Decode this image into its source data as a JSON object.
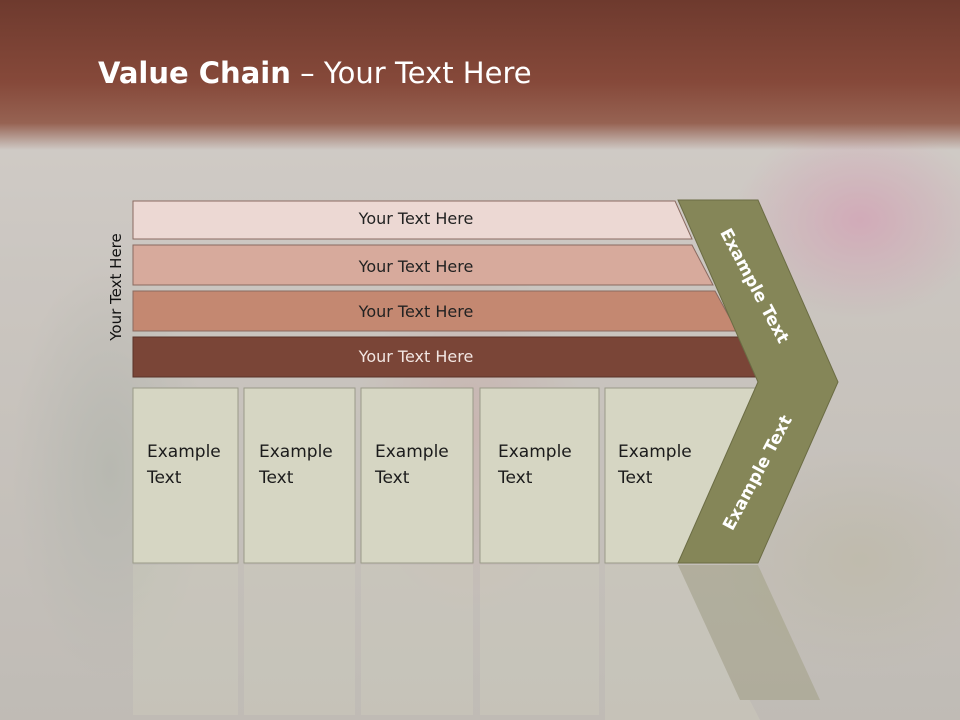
{
  "slide": {
    "title_bold": "Value Chain",
    "title_sep": " – ",
    "title_rest": "Your Text Here"
  },
  "side_label": "Your Text Here",
  "bars": [
    {
      "label": "Your Text Here",
      "fill": "#ecd8d3",
      "text_color": "#222222"
    },
    {
      "label": "Your Text Here",
      "fill": "#d7aa9c",
      "text_color": "#222222"
    },
    {
      "label": "Your Text Here",
      "fill": "#c48871",
      "text_color": "#222222"
    },
    {
      "label": "Your Text Here",
      "fill": "#7a4537",
      "text_color": "#f2e6e2"
    }
  ],
  "boxes": [
    {
      "line1": "Example",
      "line2": "Text"
    },
    {
      "line1": "Example",
      "line2": "Text"
    },
    {
      "line1": "Example",
      "line2": "Text"
    },
    {
      "line1": "Example",
      "line2": "Text"
    },
    {
      "line1": "Example",
      "line2": "Text"
    }
  ],
  "chevron": {
    "upper_label": "Example Text",
    "lower_label": "Example Text",
    "fill": "#858658"
  },
  "colors": {
    "box_fill": "#d6d6c3",
    "header": "#7a4030"
  }
}
